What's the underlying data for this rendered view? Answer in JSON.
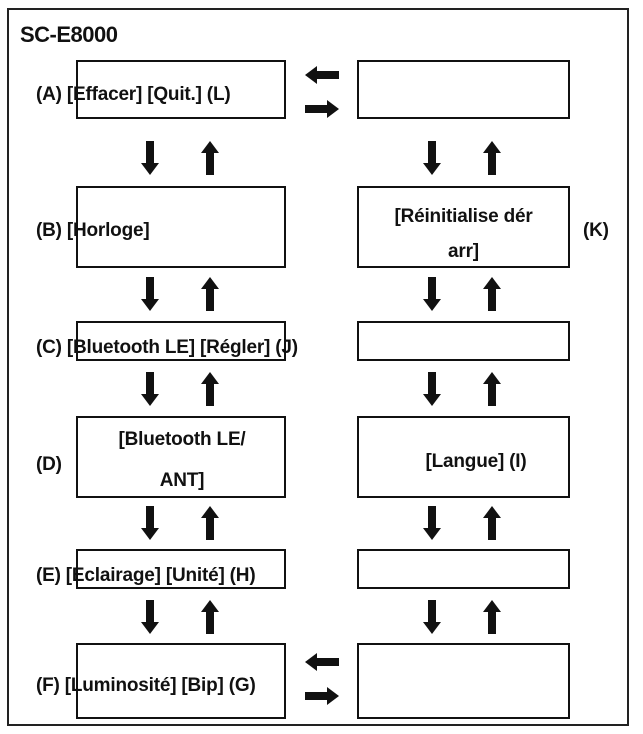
{
  "diagram": {
    "title": "SC-E8000",
    "states": {
      "A": {
        "text": "(A) [Effacer] [Quit.] (L)"
      },
      "B": {
        "text": "(B) [Horloge]"
      },
      "C": {
        "text": "(C) [Bluetooth LE] [Régler] (J)"
      },
      "D": {
        "letter": "(D)",
        "line1": "[Bluetooth LE/",
        "line2": "ANT]"
      },
      "E": {
        "text": "(E) [Eclairage] [Unité] (H)"
      },
      "F": {
        "text": "(F) [Luminosité] [Bip] (G)"
      },
      "K": {
        "line1": "[Réinitialise dér",
        "line2": "arr]",
        "letter": "(K)"
      },
      "I": {
        "text": "[Langue] (I)"
      }
    },
    "arrow_icon": "arrow-icon"
  }
}
